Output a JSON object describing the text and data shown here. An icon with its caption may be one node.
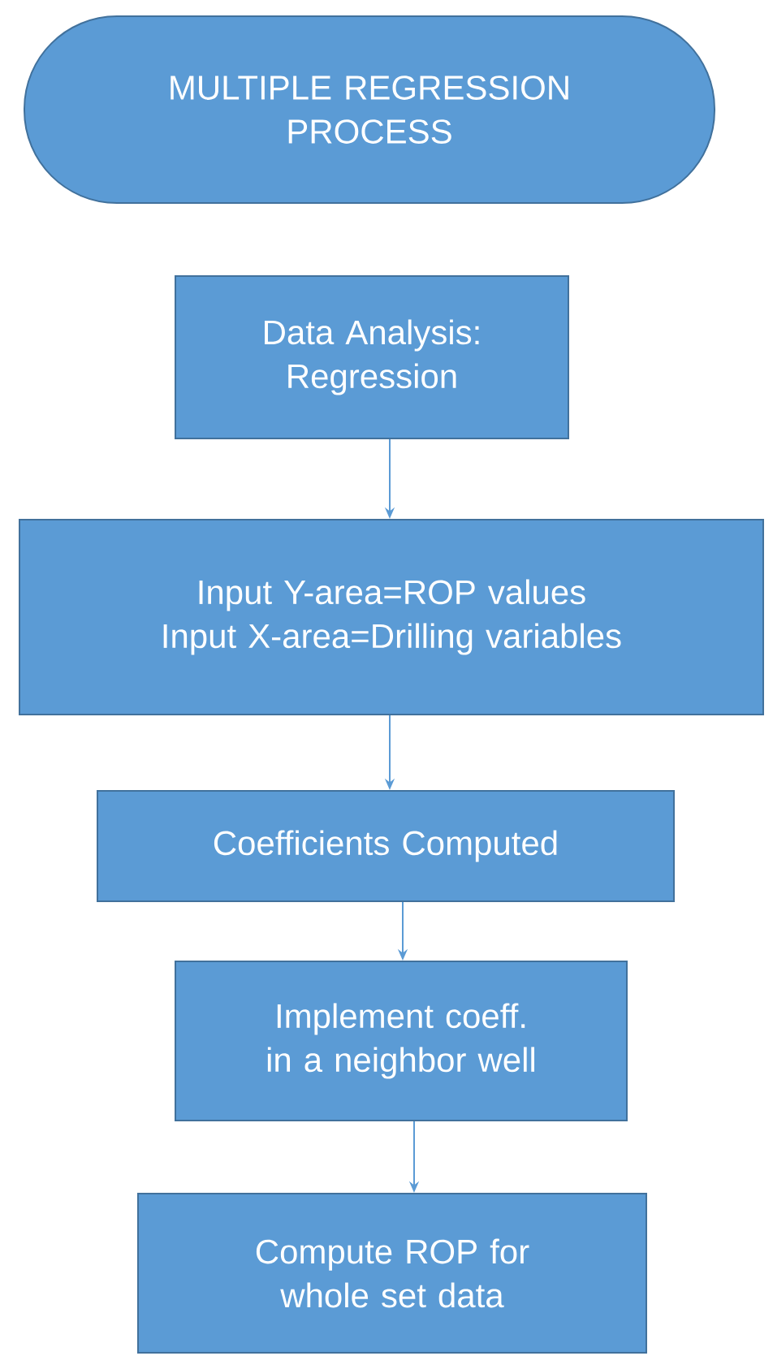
{
  "diagram": {
    "nodes": [
      {
        "text": [
          "MULTIPLE REGRESSION PROCESS"
        ]
      },
      {
        "text": [
          "Data Analysis: Regression"
        ]
      },
      {
        "text": [
          "Input Y-area=ROP values",
          "Input X-area=Drilling variables"
        ]
      },
      {
        "text": [
          "Coefficients Computed"
        ]
      },
      {
        "text": [
          "Implement coeff. in a neighbor well"
        ]
      },
      {
        "text": [
          "Compute ROP for whole set data"
        ]
      }
    ],
    "edges": [
      {
        "from": 1,
        "to": 2,
        "arrow": "to"
      },
      {
        "from": 2,
        "to": 3,
        "arrow": "to"
      },
      {
        "from": 3,
        "to": 4,
        "arrow": "to"
      },
      {
        "from": 4,
        "to": 5,
        "arrow": "to"
      }
    ]
  }
}
